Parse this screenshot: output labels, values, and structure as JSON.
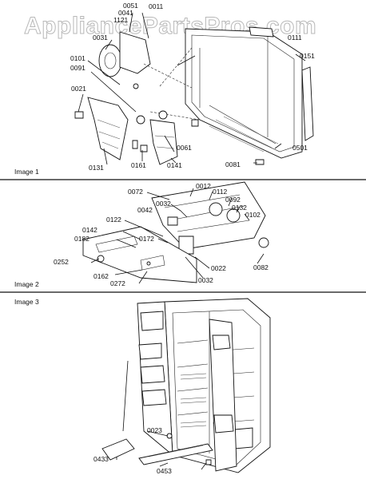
{
  "watermark": "AppliancePartsPros.com",
  "panels": [
    {
      "label": "Image 1",
      "callouts": [
        "0051",
        "0041",
        "0011",
        "1121",
        "0031",
        "0111",
        "0151",
        "0101",
        "0091",
        "0021",
        "0061",
        "0501",
        "0131",
        "0161",
        "0141",
        "0081"
      ]
    },
    {
      "label": "Image 2",
      "callouts": [
        "0072",
        "0012",
        "0112",
        "0032",
        "0092",
        "0042",
        "0132",
        "0102",
        "0122",
        "0142",
        "0182",
        "0172",
        "0252",
        "0022",
        "0082",
        "0162",
        "0272",
        "0032"
      ]
    },
    {
      "label": "Image 3",
      "callouts": [
        "0023",
        "0433",
        "0453"
      ]
    }
  ]
}
